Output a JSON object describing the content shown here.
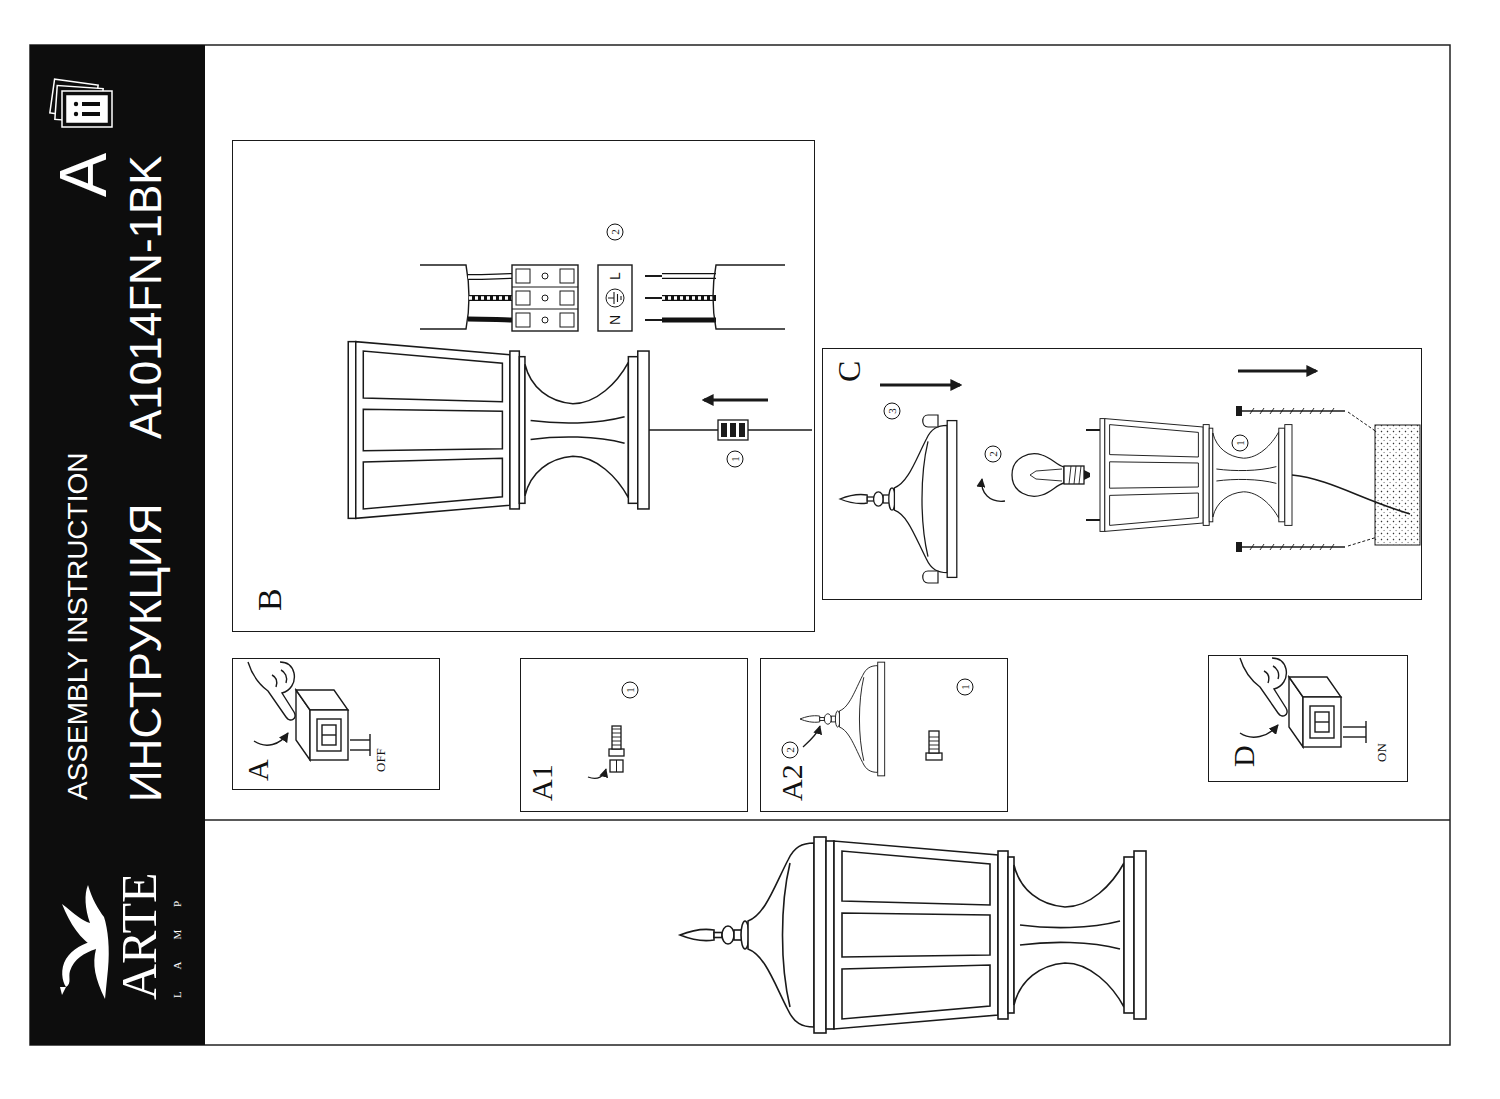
{
  "diagram": {
    "title": "ИНСТРУКЦИЯ",
    "nodes": [
      {
        "text": [
          "A"
        ]
      },
      {
        "text": [
          "A1"
        ]
      },
      {
        "text": [
          "A2"
        ]
      },
      {
        "text": [
          "B"
        ]
      },
      {
        "text": [
          "C"
        ]
      },
      {
        "text": [
          "D"
        ]
      }
    ],
    "labels": [
      "ASSEMBLY INSTRUCTION",
      "A1014FN-1BK",
      "A",
      "ARTE",
      "L A M P",
      "OFF",
      "1",
      "1",
      "2",
      "1",
      "N",
      "L",
      "2",
      "3",
      "2",
      "1",
      "ON"
    ]
  }
}
